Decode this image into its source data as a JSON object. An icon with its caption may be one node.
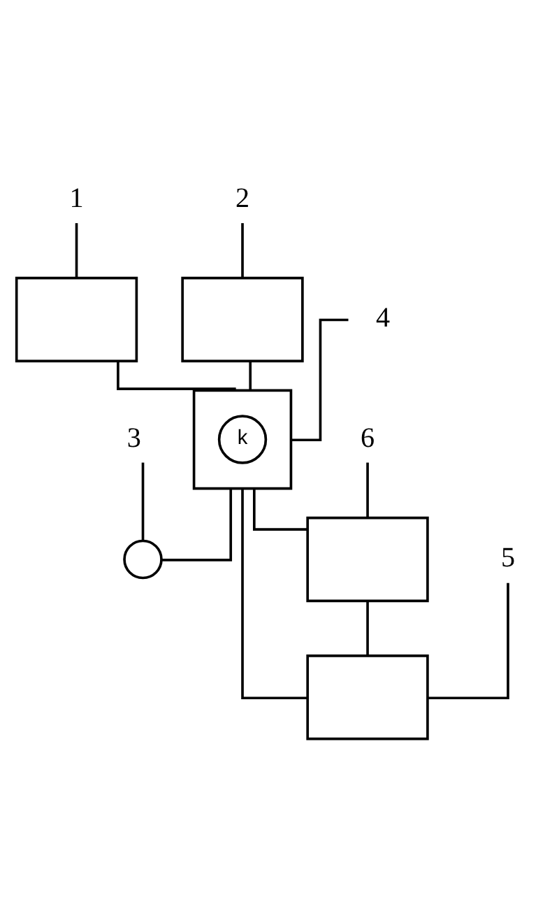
{
  "diagram": {
    "nodes": [
      {
        "text": [
          "1"
        ]
      },
      {
        "text": [
          "2"
        ]
      },
      {
        "text": [],
        "shape": "box"
      },
      {
        "text": [],
        "shape": "box"
      },
      {
        "text": [],
        "shape": "box"
      },
      {
        "text": [
          "k"
        ],
        "in": 4
      },
      {
        "text": [],
        "shape": "circle"
      },
      {
        "text": [
          "3"
        ]
      },
      {
        "text": [
          "4"
        ]
      },
      {
        "text": [
          "5"
        ]
      },
      {
        "text": [],
        "shape": "box"
      },
      {
        "text": [
          "6"
        ]
      },
      {
        "text": [],
        "shape": "box"
      }
    ],
    "edges": [
      {
        "from": 2,
        "to": 4,
        "arrow": "none"
      },
      {
        "from": 3,
        "to": 4,
        "arrow": "none"
      },
      {
        "from": 4,
        "to": 6,
        "arrow": "none"
      },
      {
        "from": 4,
        "to": 12,
        "arrow": "none"
      },
      {
        "from": 4,
        "to": 10,
        "arrow": "none"
      },
      {
        "from": 12,
        "to": 10,
        "arrow": "none"
      },
      {
        "from": 0,
        "to": 2,
        "arrow": "none"
      },
      {
        "from": 1,
        "to": 3,
        "arrow": "none"
      },
      {
        "from": 7,
        "to": 6,
        "arrow": "none"
      },
      {
        "from": 8,
        "to": 4,
        "arrow": "none"
      },
      {
        "from": 9,
        "to": 10,
        "arrow": "none"
      },
      {
        "from": 11,
        "to": 12,
        "arrow": "none"
      }
    ]
  }
}
